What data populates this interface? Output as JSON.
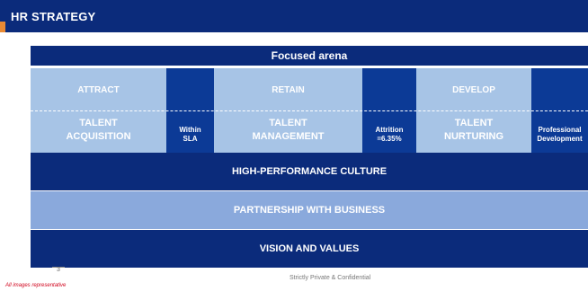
{
  "header": {
    "title": "HR STRATEGY"
  },
  "arena": {
    "label": "Focused arena"
  },
  "pillars": [
    {
      "top": "ATTRACT",
      "bottom": [
        "TALENT",
        "ACQUISITION"
      ]
    },
    {
      "top": "RETAIN",
      "bottom": [
        "TALENT",
        "MANAGEMENT"
      ]
    },
    {
      "top": "DEVELOP",
      "bottom": [
        "TALENT",
        "NURTURING"
      ]
    }
  ],
  "metrics": [
    [
      "Within",
      "SLA"
    ],
    [
      "Attrition",
      "=6.35%"
    ],
    [
      "Professional",
      "Development"
    ]
  ],
  "bands": [
    "HIGH-PERFORMANCE CULTURE",
    "PARTNERSHIP WITH BUSINESS",
    "VISION AND VALUES"
  ],
  "footer": {
    "page_number": "3",
    "confidential": "Strictly Private & Confidential",
    "disclaimer": "All images representative"
  },
  "colors": {
    "navy": "#0b2b7b",
    "royal": "#0c3a96",
    "light_blue": "#a7c4e6",
    "partnership": "#8aa9dc",
    "accent": "#e98a34"
  }
}
